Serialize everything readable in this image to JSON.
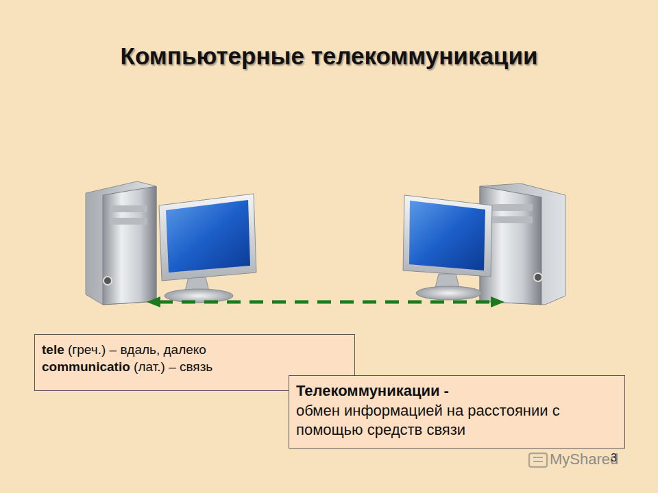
{
  "diagram": {
    "title": "Компьютерные телекоммуникации",
    "nodes": [
      {
        "text": [
          "tele (греч.) – вдаль, далеко",
          "communicatio (лат.) – связь"
        ]
      },
      {
        "text": [
          "Телекоммуникации -",
          "обмен информацией на расстоянии с помощью средств связи"
        ]
      }
    ],
    "labels": [
      "MyShared",
      "3"
    ]
  }
}
